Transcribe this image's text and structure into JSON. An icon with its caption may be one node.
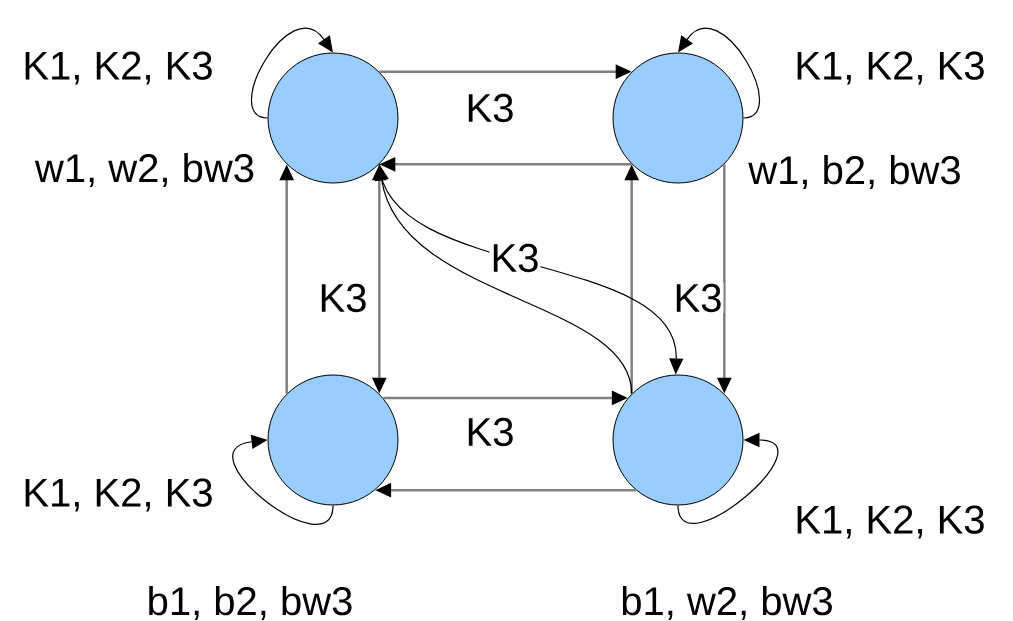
{
  "diagram": {
    "nodes": [
      {
        "text": [],
        "shape": "circle",
        "beside": [
          "w1, w2, bw3"
        ]
      },
      {
        "text": [],
        "shape": "circle",
        "beside": [
          "w1, b2, bw3"
        ]
      },
      {
        "text": [],
        "shape": "circle",
        "beside": [
          "b1, b2, bw3"
        ]
      },
      {
        "text": [],
        "shape": "circle",
        "beside": [
          "b1, w2, bw3"
        ]
      }
    ],
    "edges": [
      {
        "from": 0,
        "to": 1,
        "arrow": "to",
        "label": "K3"
      },
      {
        "from": 1,
        "to": 0,
        "arrow": "to"
      },
      {
        "from": 2,
        "to": 3,
        "arrow": "to",
        "label": "K3"
      },
      {
        "from": 3,
        "to": 2,
        "arrow": "to"
      },
      {
        "from": 2,
        "to": 0,
        "arrow": "to",
        "label": "K3"
      },
      {
        "from": 0,
        "to": 2,
        "arrow": "both"
      },
      {
        "from": 3,
        "to": 1,
        "arrow": "to"
      },
      {
        "from": 1,
        "to": 3,
        "arrow": "to",
        "label": "K3"
      },
      {
        "from": 0,
        "to": 3,
        "arrow": "to",
        "label": "K3",
        "color": "#000000"
      },
      {
        "from": 3,
        "to": 0,
        "arrow": "to",
        "color": "#000000"
      },
      {
        "from": 0,
        "to": 0,
        "arrow": "to",
        "label": "K1, K2, K3",
        "color": "#000000"
      },
      {
        "from": 1,
        "to": 1,
        "arrow": "to",
        "label": "K1, K2, K3",
        "color": "#000000"
      },
      {
        "from": 2,
        "to": 2,
        "arrow": "to",
        "label": "K1, K2, K3",
        "color": "#000000"
      },
      {
        "from": 3,
        "to": 3,
        "arrow": "to",
        "label": "K1, K2, K3",
        "color": "#000000"
      }
    ]
  }
}
